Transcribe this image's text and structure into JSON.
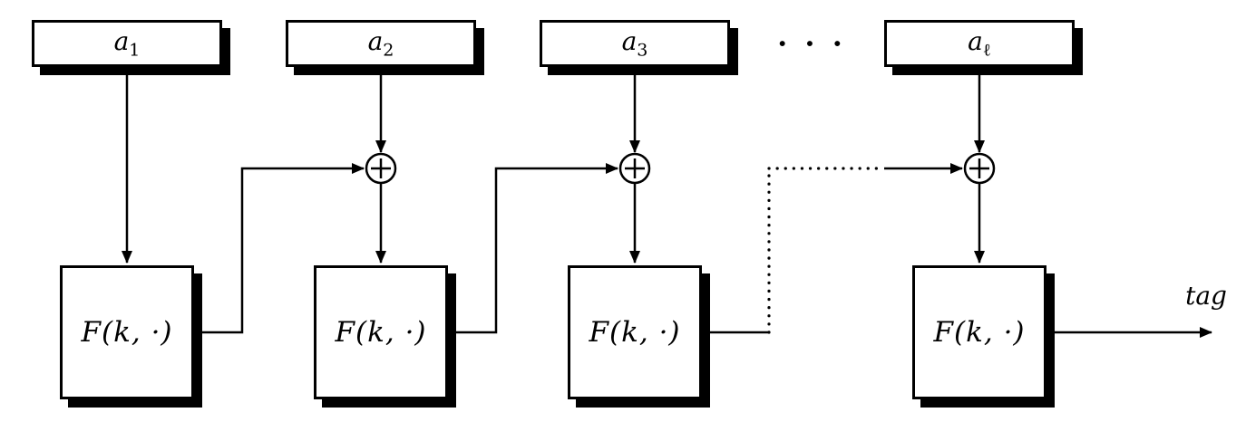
{
  "diagram": {
    "title_hint": "CBC-MAC style chained PRF construction",
    "blocks": [
      {
        "base": "a",
        "sub": "1"
      },
      {
        "base": "a",
        "sub": "2"
      },
      {
        "base": "a",
        "sub": "3"
      },
      {
        "base": "a",
        "sub": "ℓ"
      }
    ],
    "ellipsis": "· · ·",
    "function_boxes": [
      {
        "label": "F(k, ·)"
      },
      {
        "label": "F(k, ·)"
      },
      {
        "label": "F(k, ·)"
      },
      {
        "label": "F(k, ·)"
      }
    ],
    "output_label": "tag",
    "icons": {
      "xor": "circled-plus",
      "arrowhead": "filled-triangle"
    },
    "colors": {
      "stroke": "#000000",
      "fill": "#ffffff",
      "shadow": "#000000"
    }
  }
}
